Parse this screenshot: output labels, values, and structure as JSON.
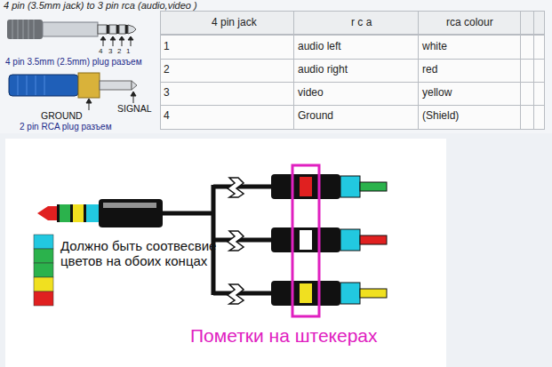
{
  "diagram": {
    "title": "4 pin (3.5mm jack) to 3 pin rca (audio,video )",
    "labels": [
      "4",
      "3",
      "2",
      "1",
      "4 pin 3.5mm (2.5mm) plug разъем",
      "GROUND",
      "SIGNAL",
      "2 pin RCA plug разъем",
      "4 pin jack",
      "r c a",
      "rca colour",
      "1",
      "audio left",
      "white",
      "2",
      "audio right",
      "red",
      "3",
      "video",
      "yellow",
      "4",
      "Ground",
      "(Shield)",
      "Должно быть соотвесвие цветов на обоих концах",
      "Пометки на штекерах"
    ]
  }
}
